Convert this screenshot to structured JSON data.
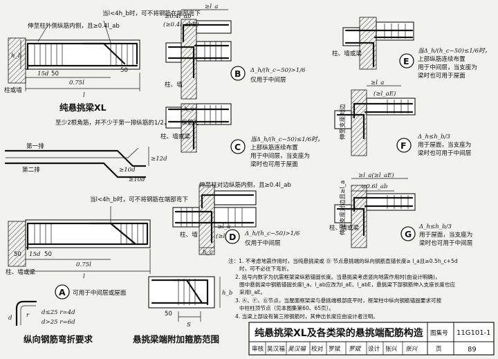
{
  "top_left": {
    "note_top": "当l<4h_b时，可不将钢筋在端部弯下",
    "note_anchor": "伸至柱外侧纵筋内侧，且≥0.4l_ab",
    "dim_hb": "h_b",
    "dim_15d": "15d",
    "dim_50a": "50",
    "dim_50b": "50",
    "dim_075l": "0.75l",
    "dim_l": "l",
    "support": "柱或墙",
    "title": "纯悬挑梁XL"
  },
  "mid_left": {
    "note": "至少2根角筋，并不少于第一排纵筋的1/2，其余纵筋弯下",
    "row1": "第一排",
    "row2": "第二排",
    "dim_10d_a": "≥10d",
    "dim_10d_b": "≥10d",
    "dim_12d": "≥12d"
  },
  "bottom_left": {
    "note": "当l<4h_b时，可不将钢筋在端部弯下",
    "dim_50a": "50",
    "dim_15d": "15d",
    "dim_50b": "50",
    "dim_075l": "0.75l",
    "dim_l": "l",
    "support": "柱、墙或梁",
    "label": "A",
    "caption": "可用于中间层或屋面"
  },
  "bend": {
    "rule1": "d≤25  r=4d",
    "rule2": "d>25  r=6d",
    "sym_d": "d",
    "sym_r": "r",
    "title": "纵向钢筋弯折要求"
  },
  "stirrup": {
    "dim_s": "S",
    "dim_50": "50",
    "dim_hb": "h_b",
    "title": "悬挑梁端附加箍筋范围"
  },
  "detail_b": {
    "dim_top": "≥0.4l_ab",
    "dim_top2": "(≥0.4l_abE)",
    "dim_la": "≥l_a",
    "dim_hc": "h_c",
    "support": "柱、墙",
    "label": "B",
    "formula": "Δ_h/(h_c−50)>1/6",
    "caption": "仅用于中间层"
  },
  "detail_c": {
    "support": "柱、墙或梁",
    "label": "C",
    "formula": "当Δ_h/(h_c−50)≤1/6时，",
    "line2": "上部纵筋连续布置",
    "line3": "用于中间层，当支座为",
    "line4": "梁时也可用于屋面"
  },
  "detail_d": {
    "note": "伸至柱对边纵筋内侧，且≥0.4l_ab",
    "dim_la": "≥l_a",
    "dim_lae": "(≥l_aE)",
    "dim_hc": "h_c",
    "support": "柱、墙",
    "label": "D",
    "formula": "Δ_h/(h_c−50)>1/6",
    "caption": "仅用于中间层"
  },
  "detail_e": {
    "support": "柱、墙或梁",
    "label": "E",
    "formula": "当Δ_h/(h_c−50)≤1/6时，",
    "line2": "上部纵筋连续布置",
    "line3": "用于中间层，当支座为",
    "line4": "梁时也可用于屋面"
  },
  "detail_f": {
    "dim_la": "≥l_a",
    "dim_lae": "(≥l_aE)",
    "side": "伸至支座对边",
    "label": "F",
    "formula": "Δ_h≤h_b/3",
    "line2": "用于屋面，当支座为",
    "line3": "梁时也可用于中间层"
  },
  "detail_g": {
    "dim_la": "≥l_a(≥l_aE)",
    "dim_06": "≥0.6l_ab",
    "side": "伸至支座对边且≥l_a",
    "support": "柱、墙或梁",
    "label": "G",
    "formula": "Δ_h≤h_b/3",
    "line2": "用于屋面，当支座为",
    "line3": "梁时也可用于中间层"
  },
  "notes": {
    "n1a": "注：1. 不考虑地震作用时，当纯悬挑梁或 Ⓓ 节点悬挑端的纵向钢筋直锚长度≥ l_a且≥0.5h_c+5d",
    "n1b": "时，可不必往下弯折。",
    "n2a": "2. 括号内数字为抗震框架梁纵筋锚固长度。当悬挑梁考虑竖向地震作用时(由设计明确)，",
    "n2b": "图中悬挑梁中钢筋锚固长度l_a、l_ab应改为l_aE、l_abE，悬挑梁下部钢筋伸入支座长度也应",
    "n2c": "采用l_aE。",
    "n3a": "3. Ⓐ、Ⓕ、Ⓖ节点，当屋面框架梁与悬挑端根部底平时，框架柱中纵向钢筋锚固要求可按",
    "n3b": "中柱柱顶节点（见本图集第60、65页）。",
    "n4": "4. 当梁上部设有第三排钢筋时，其伸出长度应由设计者注明。"
  },
  "title_block": {
    "main_title": "纯悬挑梁XL及各类梁的悬挑端配筋构造",
    "atlas_label": "图集号",
    "atlas_no": "11G101-1",
    "review": "审核",
    "review_name": "吴汉福",
    "review_sign": "吴汉福",
    "check": "校对",
    "check_name": "罗斌",
    "check_sign": "罗斌",
    "design": "设计",
    "design_name": "张兴",
    "design_sign": "张兴",
    "page_label": "页",
    "page_no": "89"
  }
}
